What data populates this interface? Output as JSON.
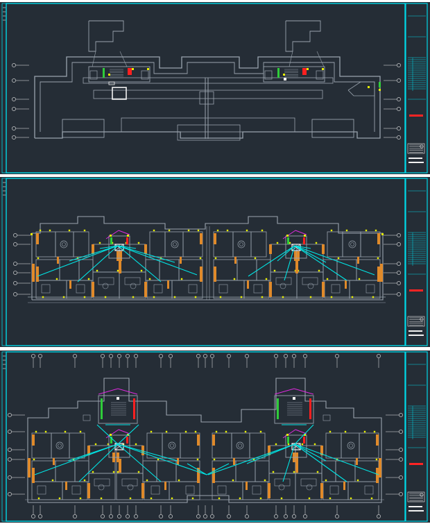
{
  "sheets": [
    {
      "id": "top",
      "tag": "roof-plan"
    },
    {
      "id": "middle",
      "tag": "typical-floor-plan"
    },
    {
      "id": "bottom",
      "tag": "ground-floor-plan"
    }
  ],
  "colors": {
    "background": "#252d36",
    "frame": "#00d7e6",
    "wall": "#9aa4ae",
    "column": "#e08a2a",
    "fixture": "#e8f000",
    "pipe": "#00e6e6",
    "green": "#2fcc3a",
    "red": "#ff2020",
    "magenta": "#e02ae0",
    "white": "#f2f2f2",
    "sidebar_stamp": "#ff2424"
  },
  "icons": [
    "axis-bubble-icon",
    "riser-symbol-icon",
    "north-stamp-icon"
  ]
}
